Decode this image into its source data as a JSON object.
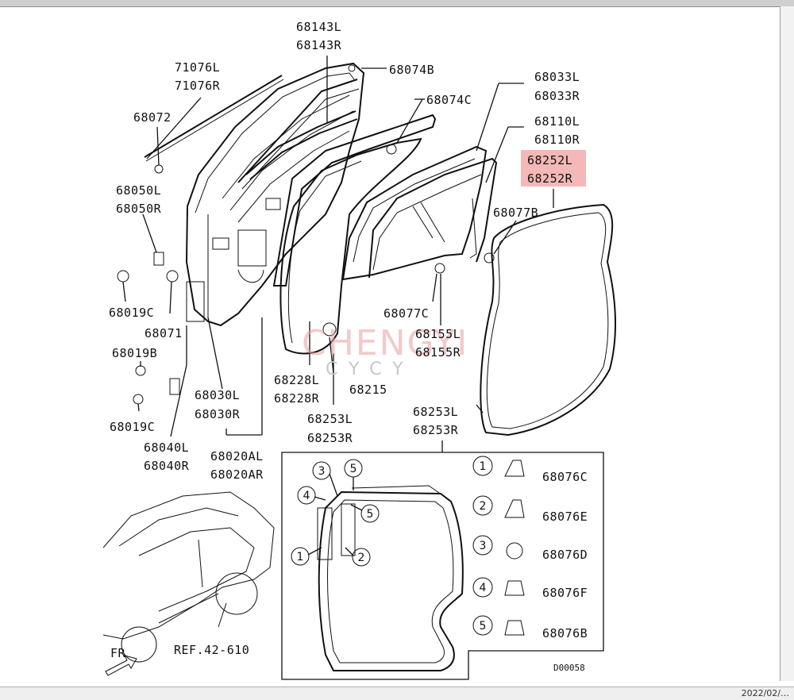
{
  "diagram": {
    "labels": {
      "p68143": [
        "68143L",
        "68143R"
      ],
      "p71076": [
        "71076L",
        "71076R"
      ],
      "p68074B": "68074B",
      "p68072": "68072",
      "p68074C": "68074C",
      "p68033": [
        "68033L",
        "68033R"
      ],
      "p68110": [
        "68110L",
        "68110R"
      ],
      "p68252": [
        "68252L",
        "68252R"
      ],
      "p68050": [
        "68050L",
        "68050R"
      ],
      "p68077B": "68077B",
      "p68019C_a": "68019C",
      "p68071": "68071",
      "p68077C": "68077C",
      "p68155": [
        "68155L",
        "68155R"
      ],
      "p68019B": "68019B",
      "p68228": [
        "68228L",
        "68228R"
      ],
      "p68215": "68215",
      "p68030": [
        "68030L",
        "68030R"
      ],
      "p68019C_b": "68019C",
      "p68253_a": [
        "68253L",
        "68253R"
      ],
      "p68253_b": [
        "68253L",
        "68253R"
      ],
      "p68040": [
        "68040L",
        "68040R"
      ],
      "p68020": [
        "68020AL",
        "68020AR"
      ],
      "ref": "REF.42-610",
      "fr": "FR",
      "code": "D00058"
    },
    "clips": [
      {
        "num": "1",
        "part": "68076C"
      },
      {
        "num": "2",
        "part": "68076E"
      },
      {
        "num": "3",
        "part": "68076D"
      },
      {
        "num": "4",
        "part": "68076F"
      },
      {
        "num": "5",
        "part": "68076B"
      }
    ],
    "detail_callouts": [
      "3",
      "5",
      "4",
      "5",
      "1",
      "2"
    ],
    "watermark": [
      "CHENGYI",
      "CYCY"
    ],
    "highlight_color": "#f4b8b8"
  }
}
